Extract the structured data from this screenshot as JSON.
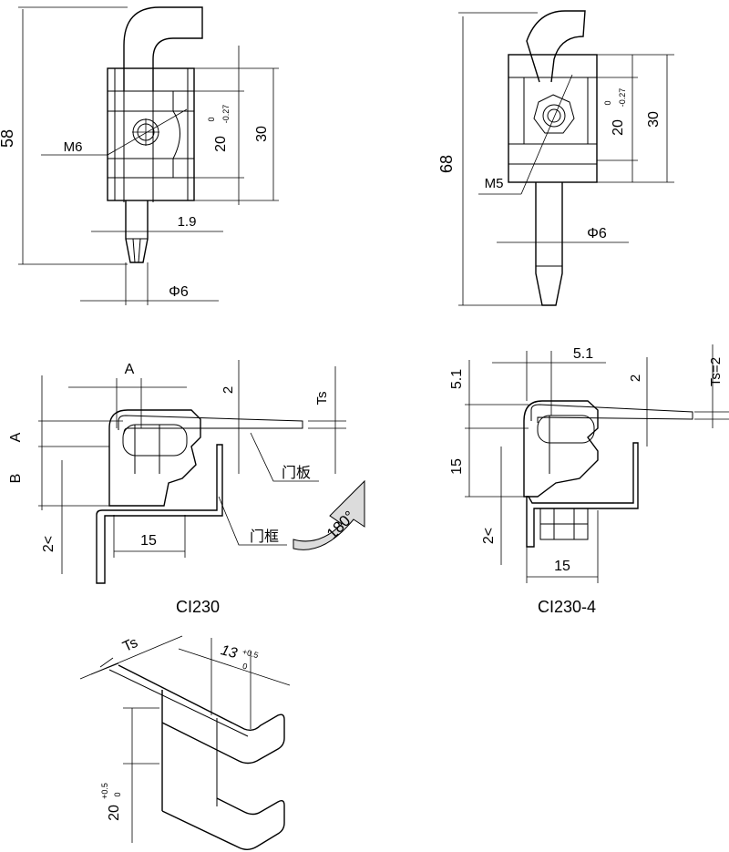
{
  "views": {
    "top_left": {
      "total_height": "58",
      "hole_label": "M6",
      "slot_dim": "20",
      "tol_upper": "0",
      "tol_lower": "-0.27",
      "span": "30",
      "tip_dim": "1.9",
      "shaft_dia": "Φ6"
    },
    "top_right": {
      "total_height": "68",
      "hole_label": "M5",
      "slot_dim": "20",
      "tol_upper": "0",
      "tol_lower": "-0.27",
      "span": "30",
      "shaft_dia": "Φ6"
    },
    "mid_left": {
      "caption": "CI230",
      "dim_a_top": "A",
      "dim_a_side": "A",
      "dim_b": "B",
      "dim_2": "2",
      "dim_ts": "Ts",
      "door_panel": "门板",
      "door_frame": "门框",
      "angle": "180°",
      "dim_15": "15",
      "dim_gap": "2<"
    },
    "mid_right": {
      "caption": "CI230-4",
      "dim_51_top": "5.1",
      "dim_51_side": "5.1",
      "dim_2": "2",
      "dim_ts": "Ts=2",
      "dim_15_side": "15",
      "dim_15_bottom": "15",
      "dim_gap": "2<"
    },
    "bottom": {
      "dim_ts": "Ts",
      "dim_13": "13",
      "tol13_upper": "+0.5",
      "tol13_lower": "0",
      "dim_20": "20",
      "tol20_upper": "+0.5",
      "tol20_lower": "0"
    }
  }
}
